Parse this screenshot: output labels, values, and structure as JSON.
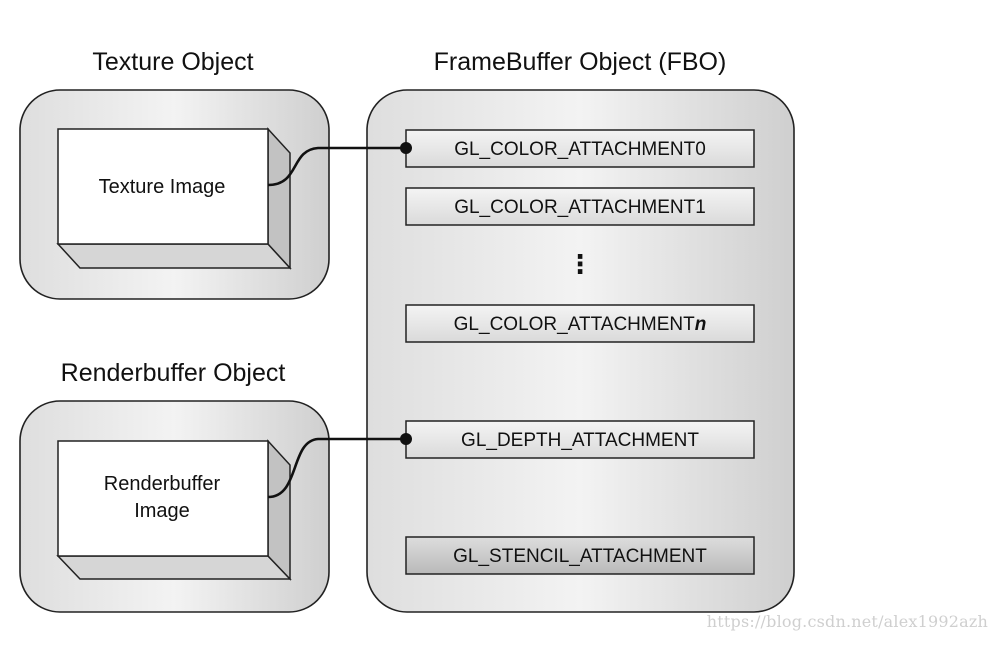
{
  "texture_object": {
    "title": "Texture Object",
    "image_label": "Texture Image"
  },
  "renderbuffer_object": {
    "title": "Renderbuffer Object",
    "image_label_line1": "Renderbuffer",
    "image_label_line2": "Image"
  },
  "fbo": {
    "title": "FrameBuffer Object (FBO)",
    "color_attachment_0": "GL_COLOR_ATTACHMENT0",
    "color_attachment_1": "GL_COLOR_ATTACHMENT1",
    "ellipsis": "⋮",
    "color_attachment_n_prefix": "GL_COLOR_ATTACHMENT",
    "color_attachment_n_suffix": "n",
    "depth_attachment": "GL_DEPTH_ATTACHMENT",
    "stencil_attachment": "GL_STENCIL_ATTACHMENT"
  },
  "watermark": "https://blog.csdn.net/alex1992azh",
  "colors": {
    "panel_fill": "#e6e6e6",
    "slot_fill": "#ececec",
    "stencil_fill": "#cfcfcf",
    "stroke": "#222222"
  }
}
